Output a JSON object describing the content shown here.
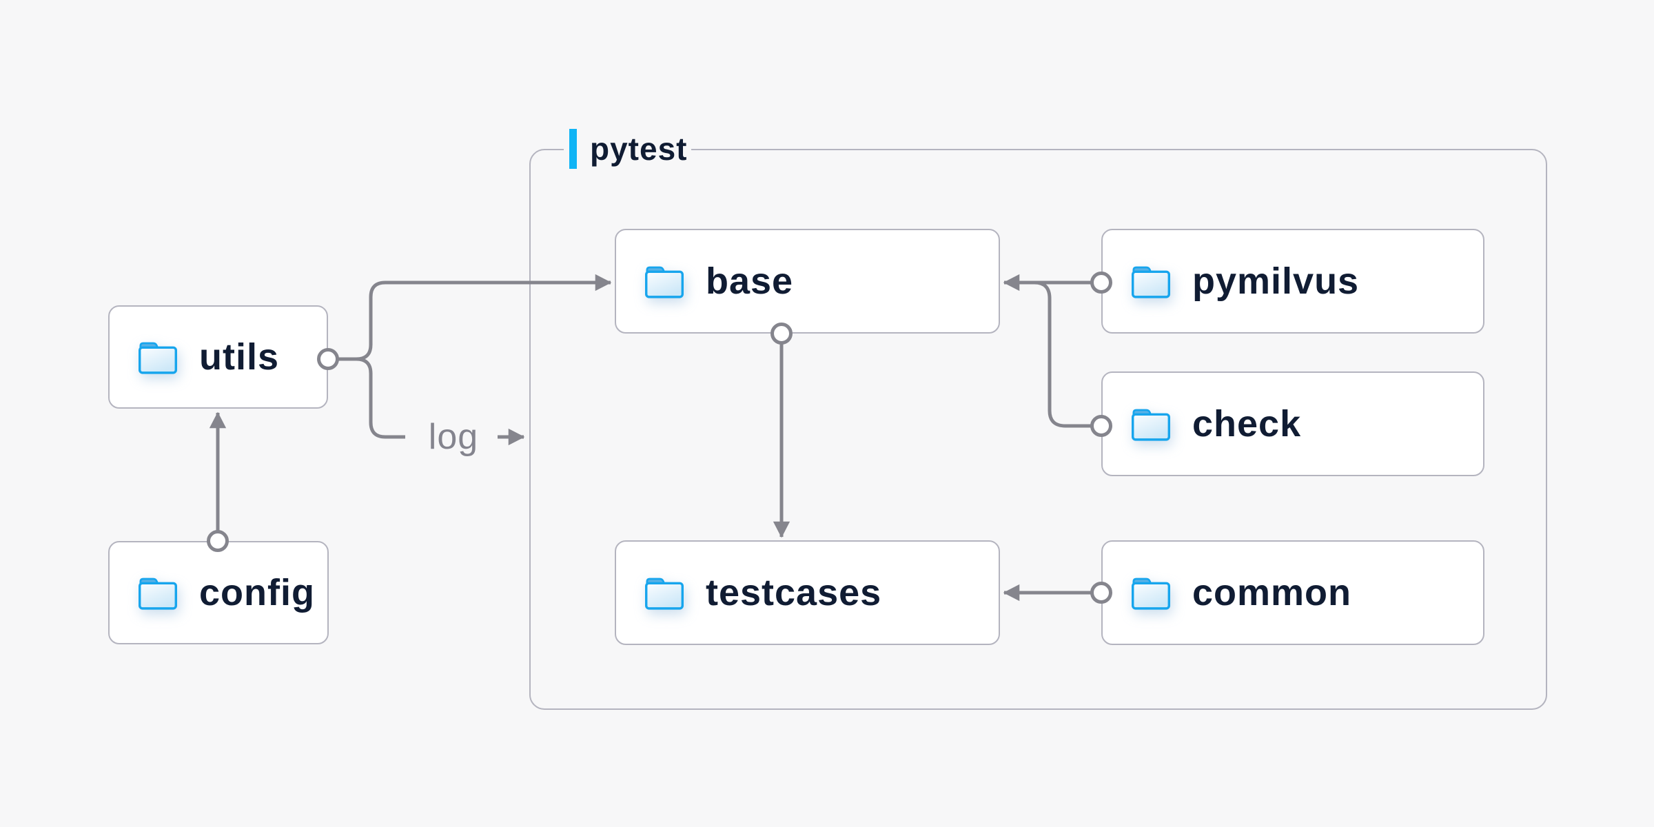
{
  "diagram": {
    "container_label": "pytest",
    "edge_label": "log",
    "nodes": [
      {
        "id": "utils",
        "label": "utils",
        "icon": "folder-icon"
      },
      {
        "id": "config",
        "label": "config",
        "icon": "folder-icon"
      },
      {
        "id": "base",
        "label": "base",
        "icon": "folder-icon"
      },
      {
        "id": "pymilvus",
        "label": "pymilvus",
        "icon": "folder-icon"
      },
      {
        "id": "check",
        "label": "check",
        "icon": "folder-icon"
      },
      {
        "id": "testcases",
        "label": "testcases",
        "icon": "folder-icon"
      },
      {
        "id": "common",
        "label": "common",
        "icon": "folder-icon"
      }
    ],
    "edges": [
      {
        "from": "config",
        "to": "utils"
      },
      {
        "from": "utils",
        "to": "base"
      },
      {
        "from": "utils",
        "to": "log",
        "label": "log"
      },
      {
        "from": "pymilvus",
        "to": "base"
      },
      {
        "from": "check",
        "to": "base"
      },
      {
        "from": "base",
        "to": "testcases"
      },
      {
        "from": "common",
        "to": "testcases"
      }
    ],
    "colors": {
      "background": "#f7f7f8",
      "node_background": "#ffffff",
      "node_border": "#b4b4bf",
      "container_border": "#b4b4bf",
      "connector": "#85858d",
      "accent_bar": "#10b4f5",
      "folder_outline": "#17a5ed",
      "folder_tab": "#58b1e6",
      "text": "#101c33",
      "edge_label_color": "#84848e"
    }
  }
}
